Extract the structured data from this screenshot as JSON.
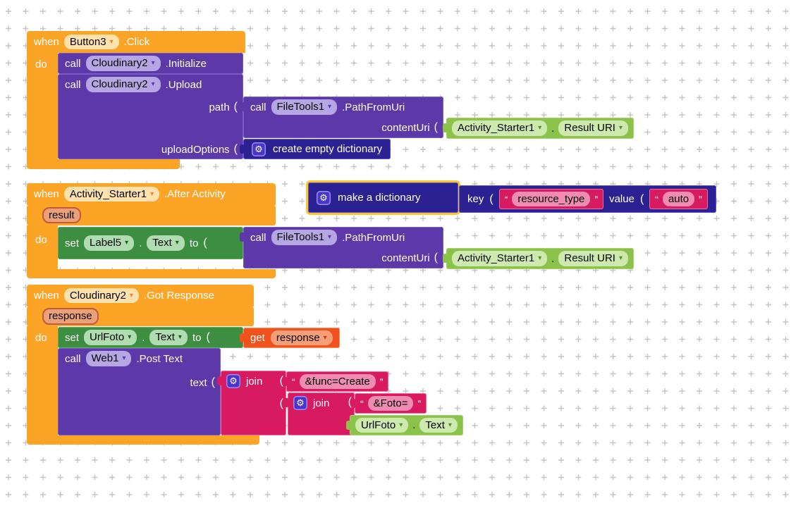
{
  "grid": {
    "color": "#c4c4c4"
  },
  "colors": {
    "event": "#FCA426",
    "method": "#5C38A9",
    "setter": "#3E8E41",
    "getter": "#8BC34A",
    "text_block": "#D81B60",
    "dictionary": "#2B2193",
    "get_variable": "#F0521D",
    "selection": "#FFC62C"
  },
  "labels": {
    "when": "when",
    "do": "do",
    "call": "call",
    "set": "set",
    "get": "get",
    "to": "to",
    "join": "join",
    "key": "key",
    "value": "value",
    "dot": ".",
    "open": "(",
    "lquote": "“",
    "rquote": "”",
    "make_dictionary": "make a dictionary",
    "create_empty_dictionary": "create empty dictionary"
  },
  "icons": {
    "gear": "⚙",
    "dropdown": "▾"
  },
  "g1": {
    "event_component": "Button3",
    "event_name": ".Click",
    "initialize": {
      "component": "Cloudinary2",
      "method": ".Initialize"
    },
    "upload": {
      "component": "Cloudinary2",
      "method": ".Upload",
      "arg1": "path",
      "arg2": "uploadOptions"
    },
    "path_from_uri": {
      "component": "FileTools1",
      "method": ".PathFromUri",
      "arg": "contentUri"
    },
    "result_uri": {
      "component": "Activity_Starter1",
      "property": "Result URI"
    }
  },
  "g2": {
    "event_component": "Activity_Starter1",
    "event_name": ".After Activity",
    "param": "result",
    "setter": {
      "component": "Label5",
      "property": "Text"
    },
    "path_from_uri": {
      "component": "FileTools1",
      "method": ".PathFromUri",
      "arg": "contentUri"
    },
    "result_uri": {
      "component": "Activity_Starter1",
      "property": "Result URI"
    }
  },
  "dict": {
    "pair": {
      "key_text": "resource_type",
      "value_text": "auto"
    }
  },
  "g3": {
    "event_component": "Cloudinary2",
    "event_name": ".Got Response",
    "param": "response",
    "setter": {
      "component": "UrlFoto",
      "property": "Text"
    },
    "get_variable": "response",
    "post": {
      "component": "Web1",
      "method": ".Post Text",
      "arg": "text"
    },
    "join1_text": "&func=Create",
    "join2_text": "&Foto=",
    "getter": {
      "component": "UrlFoto",
      "property": "Text"
    }
  }
}
